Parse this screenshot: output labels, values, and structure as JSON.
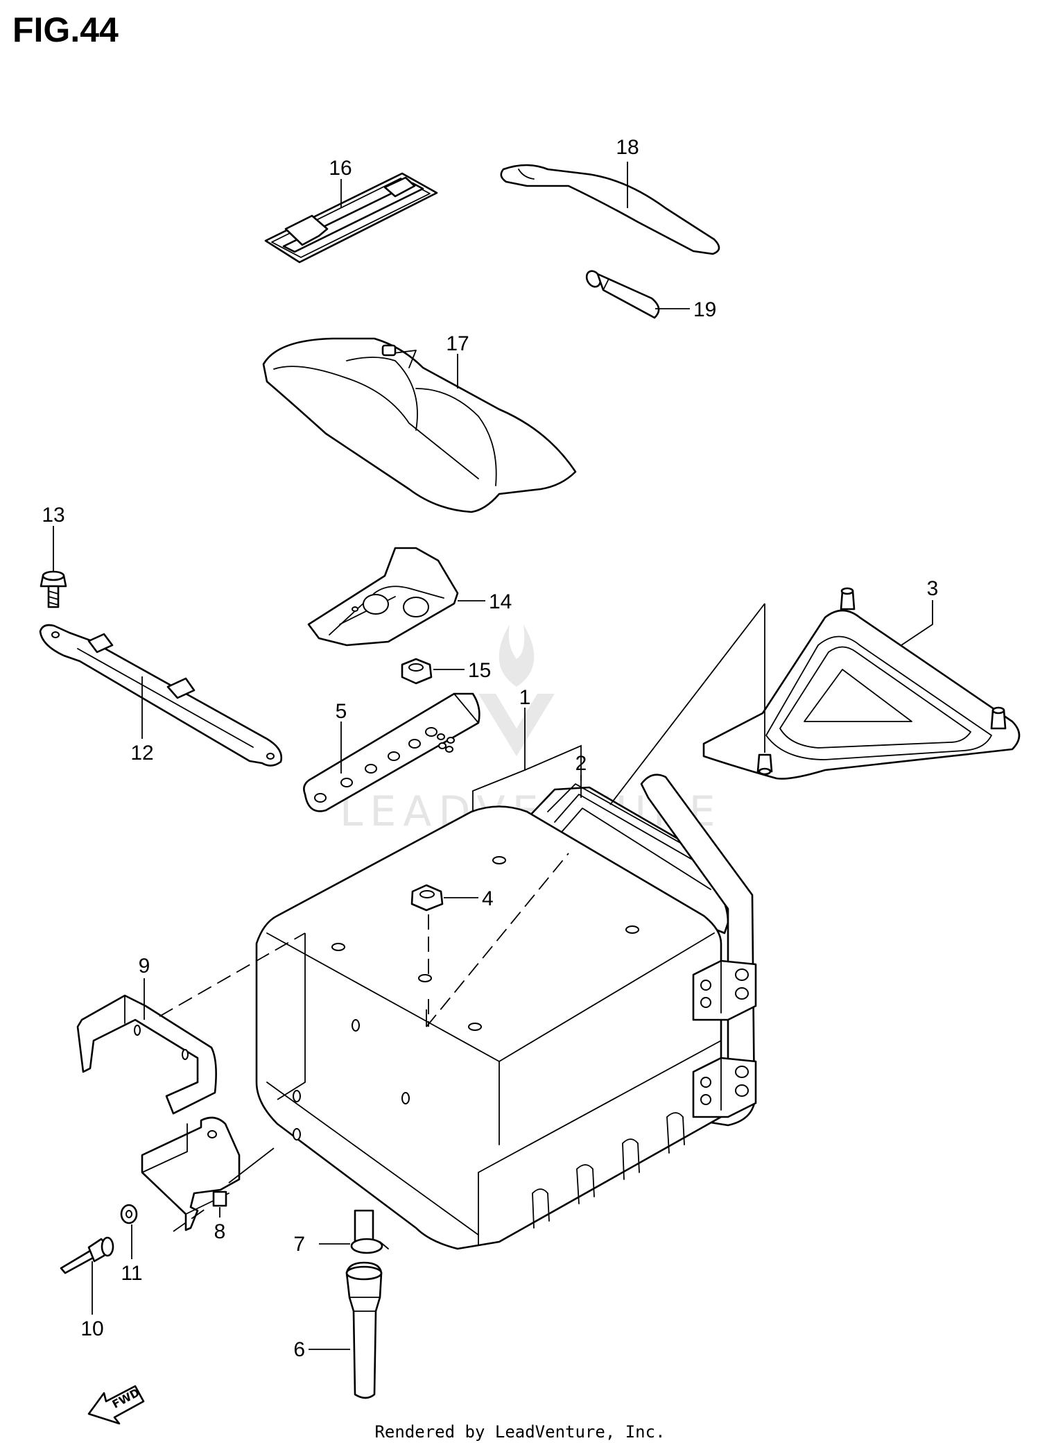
{
  "figure": {
    "title": "FIG.44",
    "footer": "Rendered by LeadVenture, Inc.",
    "watermark": "LEADVENTURE"
  },
  "callouts": [
    {
      "id": "1",
      "label": "1"
    },
    {
      "id": "2",
      "label": "2"
    },
    {
      "id": "3",
      "label": "3"
    },
    {
      "id": "4",
      "label": "4"
    },
    {
      "id": "5",
      "label": "5"
    },
    {
      "id": "6",
      "label": "6"
    },
    {
      "id": "7",
      "label": "7"
    },
    {
      "id": "8",
      "label": "8"
    },
    {
      "id": "9",
      "label": "9"
    },
    {
      "id": "10",
      "label": "10"
    },
    {
      "id": "11",
      "label": "11"
    },
    {
      "id": "12",
      "label": "12"
    },
    {
      "id": "13",
      "label": "13"
    },
    {
      "id": "14",
      "label": "14"
    },
    {
      "id": "15",
      "label": "15"
    },
    {
      "id": "16",
      "label": "16"
    },
    {
      "id": "17",
      "label": "17"
    },
    {
      "id": "18",
      "label": "18"
    },
    {
      "id": "19",
      "label": "19"
    }
  ],
  "direction_arrow": {
    "label": "FWD"
  }
}
